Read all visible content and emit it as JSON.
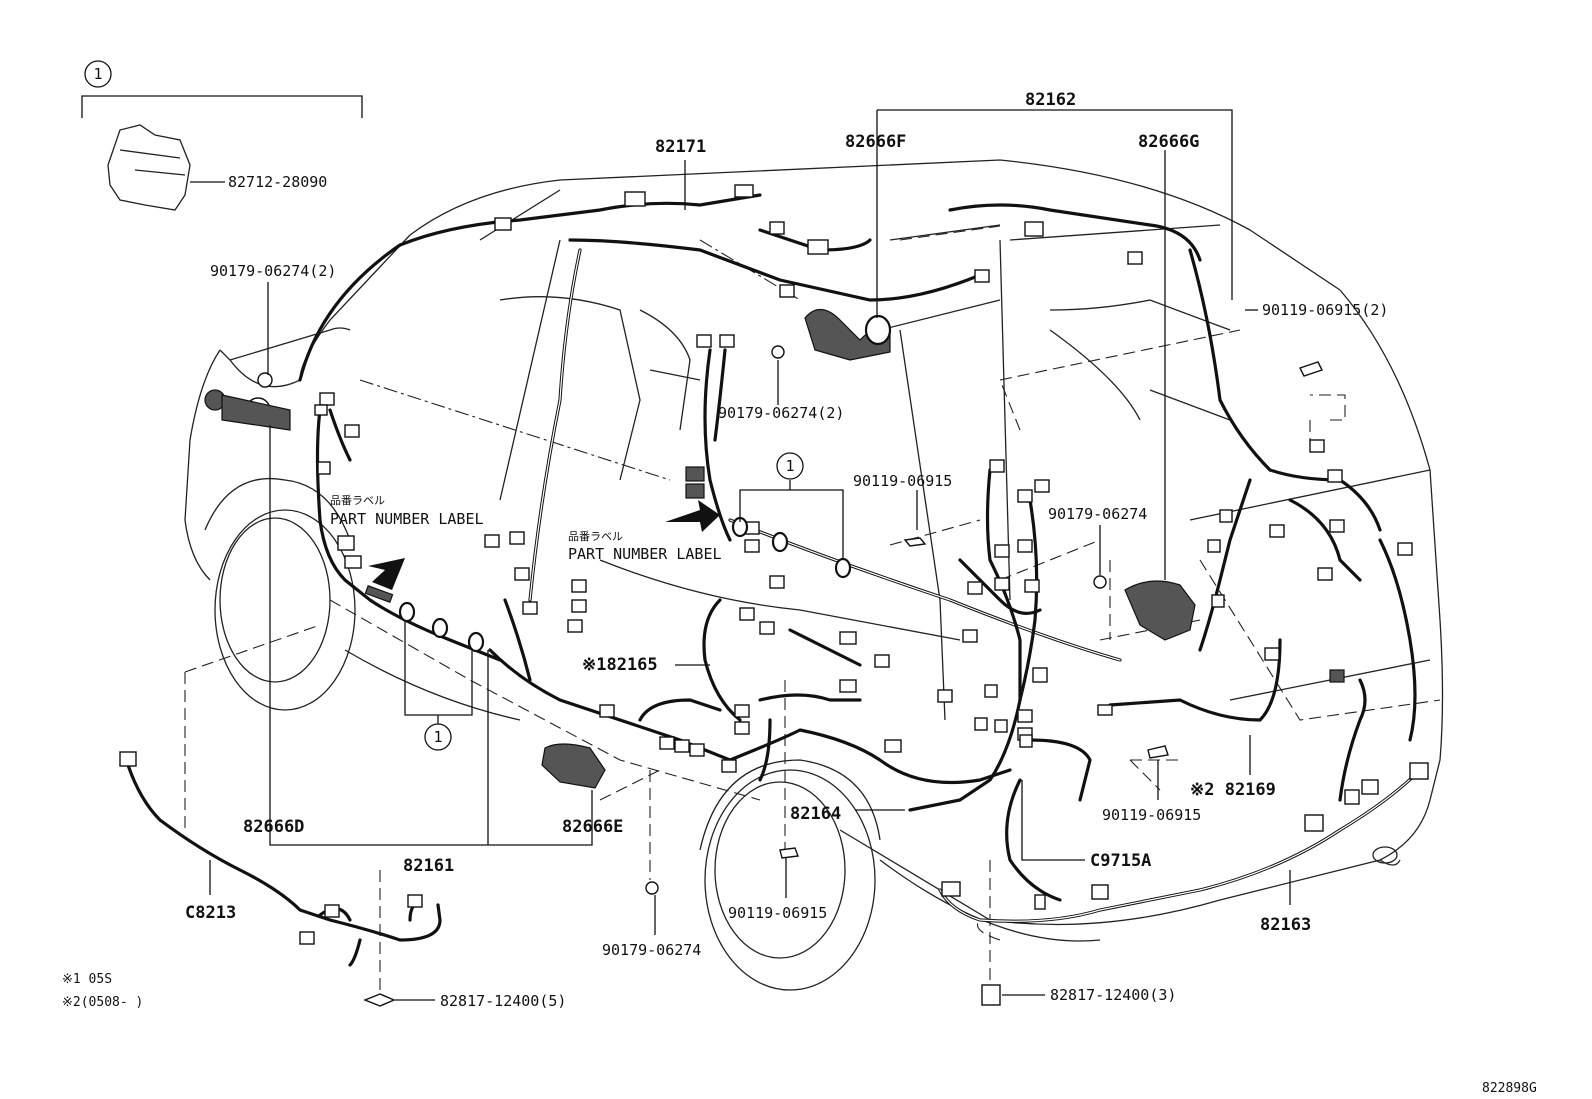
{
  "callouts": {
    "bracket_marker": "1",
    "clip_82712": "82712-28090",
    "bolt_90179_fl": "90179-06274(2)",
    "harness_82171": "82171",
    "harness_82162": "82162",
    "protector_82666F": "82666F",
    "protector_82666G": "82666G",
    "bolt_90119_r2": "90119-06915(2)",
    "bolt_90179_c2": "90179-06274(2)",
    "marker_center": "1",
    "bolt_90119_c": "90119-06915",
    "bolt_90179_r": "90179-06274",
    "part_label_jp_1": "品番ラベル",
    "part_label_en_1": "PART NUMBER LABEL",
    "part_label_jp_2": "品番ラベル",
    "part_label_en_2": "PART NUMBER LABEL",
    "harness_82165": "※182165",
    "marker_lower": "1",
    "harness_82169": "※2 82169",
    "bolt_90119_rl": "90119-06915",
    "protector_82666D": "82666D",
    "protector_82666E": "82666E",
    "harness_82164": "82164",
    "harness_C9715A": "C9715A",
    "harness_82161": "82161",
    "harness_C8213": "C8213",
    "bolt_90119_bottom": "90119-06915",
    "harness_82163": "82163",
    "bolt_90179_bottom": "90179-06274",
    "label_82817_5": "82817-12400(5)",
    "label_82817_3": "82817-12400(3)",
    "note_1": "※1 05S",
    "note_2": "※2(0508-      )",
    "figure_id": "822898G"
  }
}
